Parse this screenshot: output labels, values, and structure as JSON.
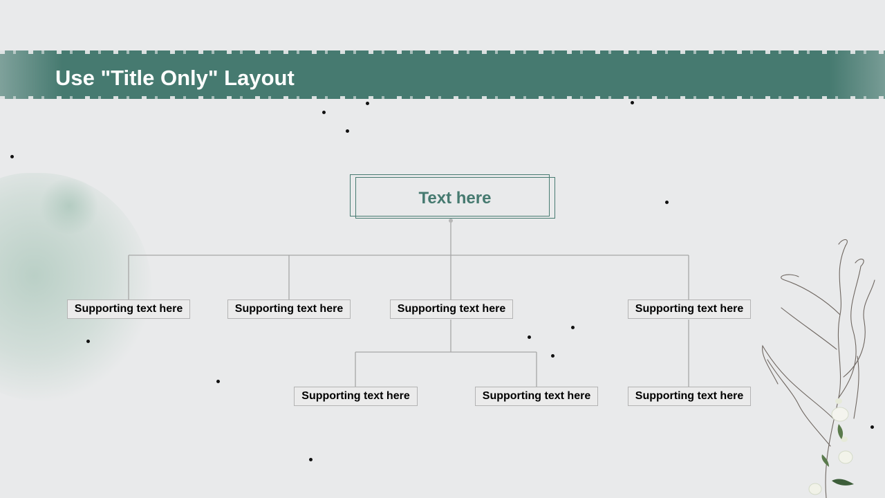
{
  "slide": {
    "title": "Use \"Title Only\" Layout",
    "theme": {
      "accent": "#467a70",
      "background": "#e9eaeb",
      "box_border": "#b3b3b3",
      "connector": "#a6a6a6"
    }
  },
  "diagram": {
    "root": {
      "label": "Text here"
    },
    "level1": [
      {
        "label": "Supporting text here"
      },
      {
        "label": "Supporting text here"
      },
      {
        "label": "Supporting text here"
      },
      {
        "label": "Supporting text here"
      }
    ],
    "level2": [
      {
        "label": "Supporting text here",
        "parent": 2
      },
      {
        "label": "Supporting text here",
        "parent": 2
      },
      {
        "label": "Supporting text here",
        "parent": 3
      }
    ]
  },
  "decorations": {
    "title_band": "brush-stroke-banner",
    "left": "watercolor-splash",
    "right": "white-flower-branch-icon"
  }
}
